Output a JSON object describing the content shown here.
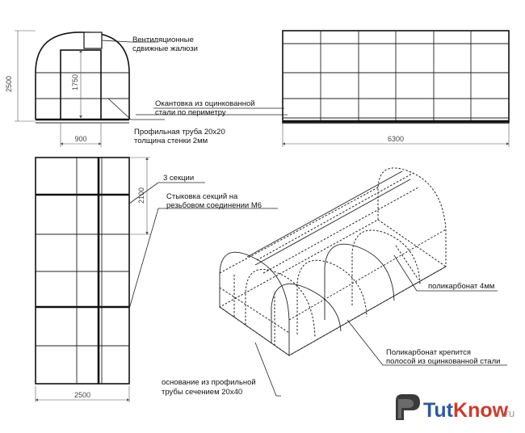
{
  "labels": {
    "vent_line1": "Вентиляционные",
    "vent_line2": "сдвижные жалюзи",
    "trim_line1": "Окантовка из оцинкованной",
    "trim_line2": "стали по периметру",
    "pipe_line1": "Профильная труба 20х20",
    "pipe_line2": "толщина стенки 2мм",
    "sections": "3 секции",
    "join_line1": "Стыковка секций на",
    "join_line2": "резьбовом соединении М6",
    "poly": "поликарбонат 4мм",
    "strip_line1": "Поликарбонат крепится",
    "strip_line2": "полосой из оцинкованной стали",
    "base_line1": "основание из профильной",
    "base_line2": "трубы сечением 20х40"
  },
  "dims": {
    "height_total": "2500",
    "height_wall": "1750",
    "door_width": "900",
    "length": "6300",
    "section_length": "2100",
    "width": "2500"
  },
  "brand": {
    "name_a": "Tut",
    "name_b": "Know",
    "suffix": ".ru",
    "color_a": "#2b5aa0",
    "color_b": "#d0392b"
  }
}
